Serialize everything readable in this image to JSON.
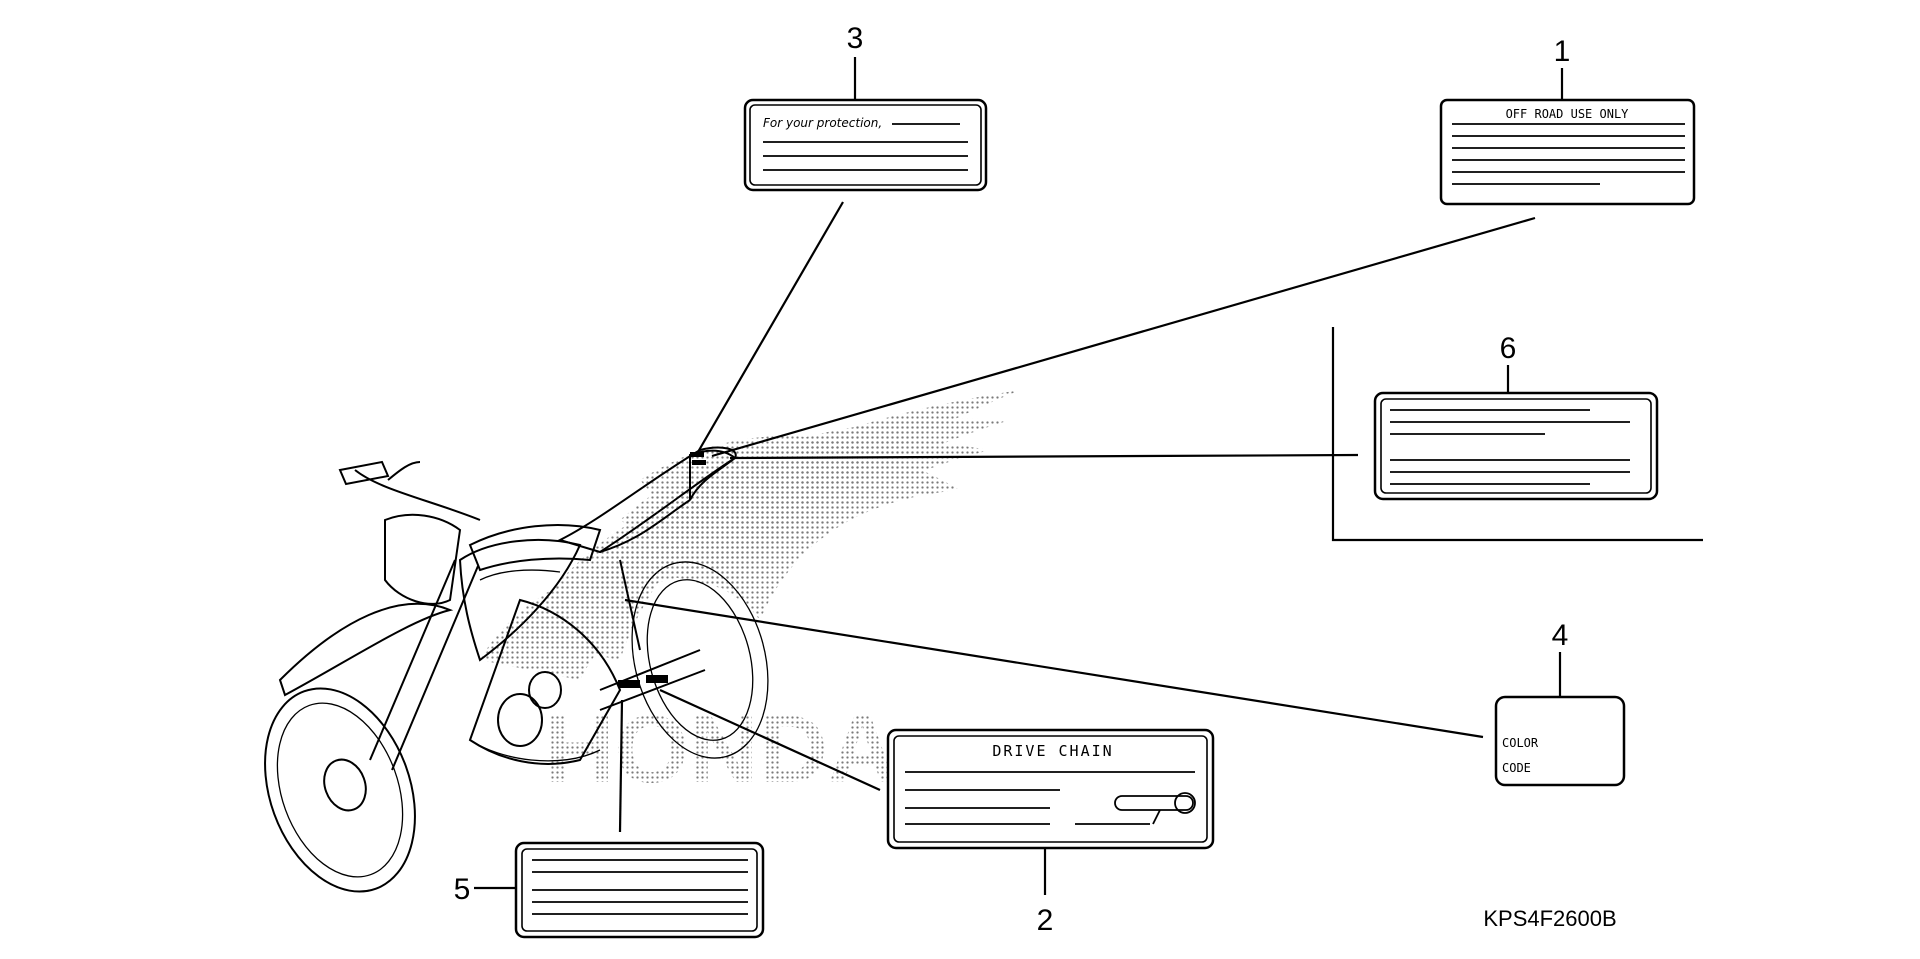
{
  "callouts": {
    "c1": "1",
    "c2": "2",
    "c3": "3",
    "c4": "4",
    "c5": "5",
    "c6": "6"
  },
  "labels": {
    "off_road": "OFF ROAD USE ONLY",
    "protection": "For your protection,",
    "drive_chain": "DRIVE CHAIN",
    "color": "COLOR",
    "code": "CODE"
  },
  "watermark": {
    "text": "HONDA",
    "color": "#7a7a7a"
  },
  "diagram_code": "KPS4F2600B",
  "colors": {
    "line": "#000000",
    "background": "#ffffff",
    "halftone": "#7a7a7a"
  }
}
